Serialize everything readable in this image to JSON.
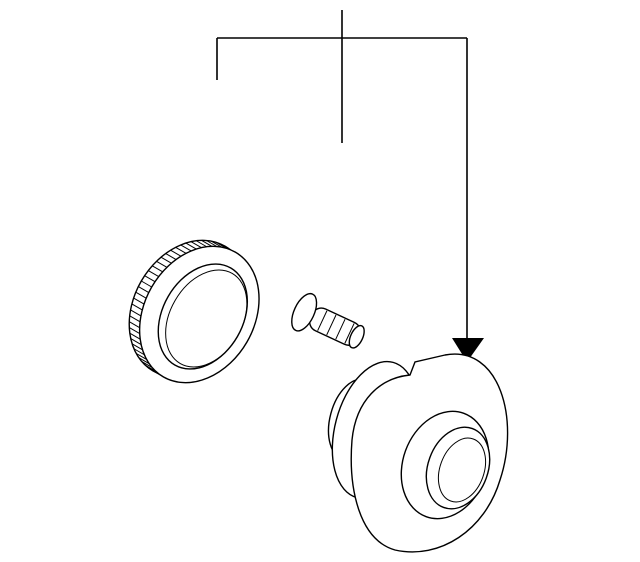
{
  "diagram": {
    "type": "exploded-parts-diagram",
    "parts": [
      "abs-tone-ring",
      "hub-bolt",
      "wheel-hub-assembly"
    ],
    "colors": {
      "line": "#000000",
      "background": "#ffffff"
    }
  }
}
